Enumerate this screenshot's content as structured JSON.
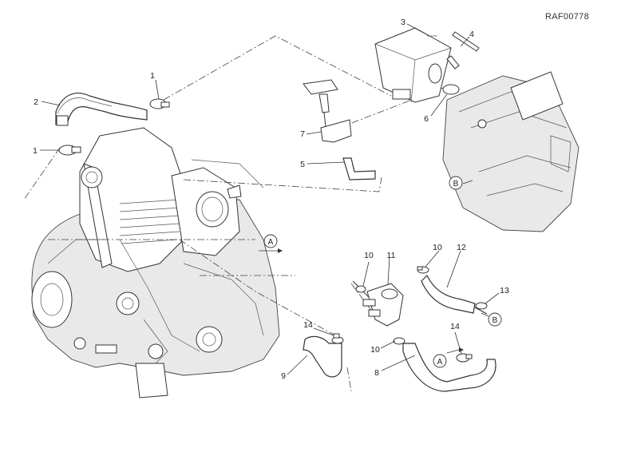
{
  "reference_code": "RAF00778",
  "part_labels": {
    "p1_top": "1",
    "p1_left": "1",
    "p2": "2",
    "p3": "3",
    "p4": "4",
    "p5": "5",
    "p6": "6",
    "p7": "7",
    "p8": "8",
    "p9": "9",
    "p10_left": "10",
    "p10_right": "10",
    "p10_bottom": "10",
    "p11": "11",
    "p12": "12",
    "p13": "13",
    "p14_left": "14",
    "p14_right": "14"
  },
  "connection_markers": {
    "a_engine": "A",
    "a_hose": "A",
    "b_airbox": "B",
    "b_pipe": "B"
  }
}
